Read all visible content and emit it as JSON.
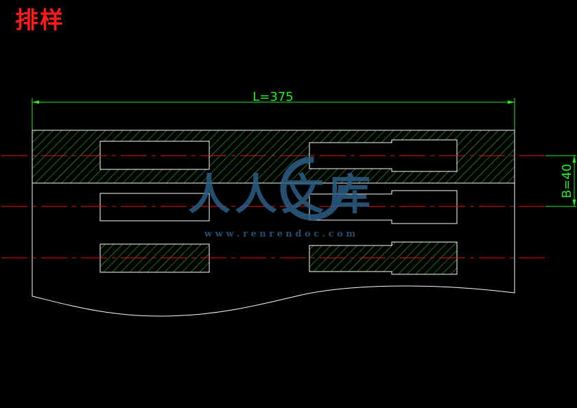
{
  "title": "排样",
  "dimensions": {
    "length_label": "L=375",
    "width_label": "B=40"
  },
  "watermark": {
    "cn": "人人文库",
    "url": "w w w . r e n r e n d o c . c o m"
  },
  "colors": {
    "background": "#000000",
    "outline": "#ffffff",
    "hatch": "#22ee22",
    "center_line": "#e81414",
    "dimension": "#22ee22",
    "title": "#ff1a1a",
    "watermark": "#2c5f86"
  }
}
